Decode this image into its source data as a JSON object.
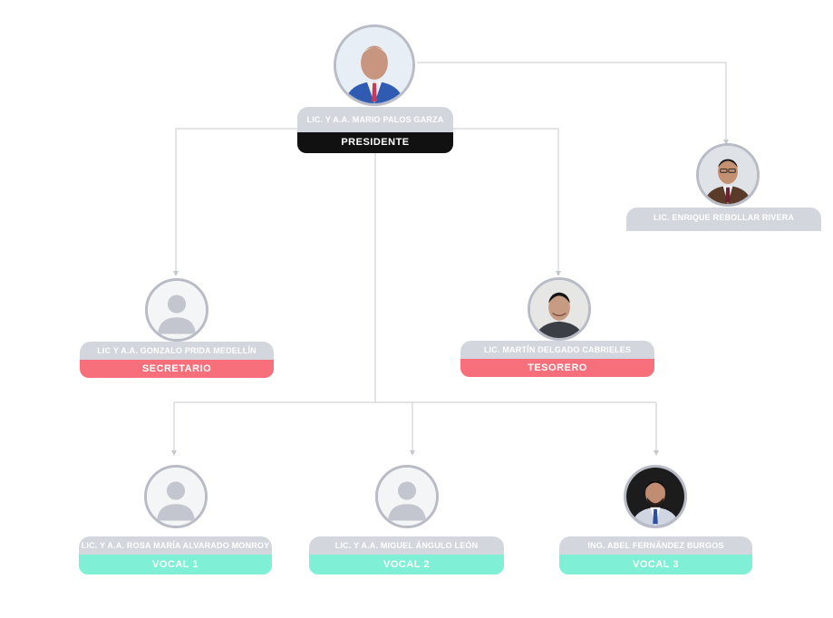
{
  "nodes": {
    "president": {
      "name": "LIC. Y A.A. MARIO PALOS GARZA",
      "role": "PRESIDENTE"
    },
    "advisor": {
      "name": "LIC. ENRIQUE REBOLLAR RIVERA"
    },
    "secretary": {
      "name": "LIC Y A.A. GONZALO PRIDA MEDELLÍN",
      "role": "SECRETARIO"
    },
    "treasurer": {
      "name": "LIC. MARTÍN DELGADO CABRIELES",
      "role": "TESORERO"
    },
    "vocal1": {
      "name": "LIC. Y A.A. ROSA MARÍA ALVARADO MONROY",
      "role": "VOCAL 1"
    },
    "vocal2": {
      "name": "LIC. Y A.A. MIGUEL ÁNGULO LEÓN",
      "role": "VOCAL 2"
    },
    "vocal3": {
      "name": "ING. ABEL FERNÁNDEZ BURGOS",
      "role": "VOCAL 3"
    }
  },
  "colors": {
    "connector": "#c5c8cf",
    "name_bar": "#d3d6dd",
    "president_role": "#111111",
    "officer_role": "#f76f7a",
    "vocal_role": "#7ff0d5",
    "avatar_border": "#b9bcc6"
  },
  "icons": {
    "placeholder": "person-silhouette-icon",
    "photo": "person-photo-icon"
  }
}
